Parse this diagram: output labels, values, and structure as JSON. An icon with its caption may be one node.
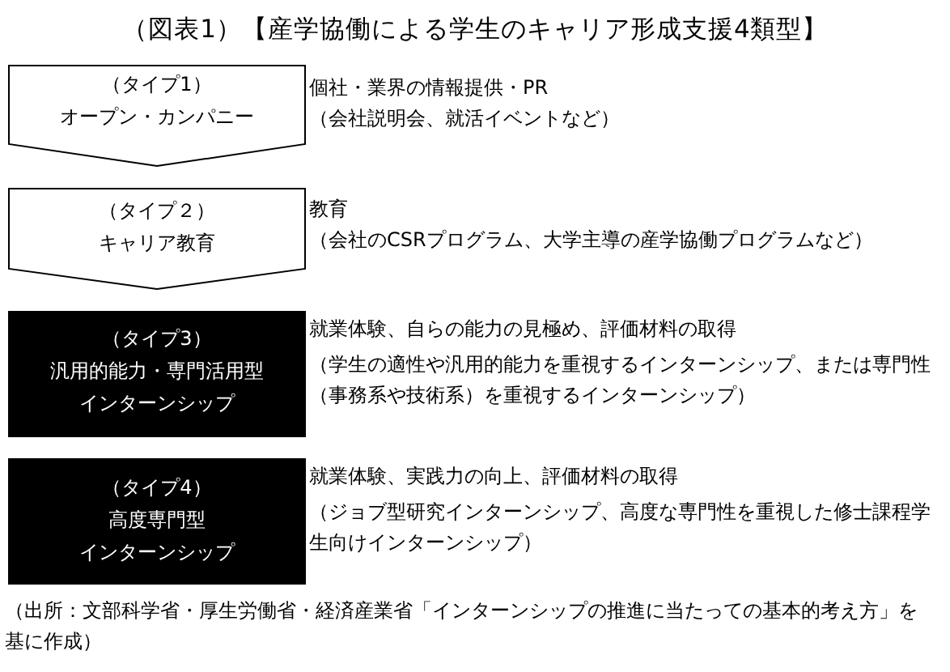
{
  "diagram": {
    "title": "（図表1）【産学協働による学生のキャリア形成支援4類型】",
    "nodes": [
      {
        "text": [
          "（タイプ1）",
          "オープン・カンパニー"
        ],
        "beside": [
          "個社・業界の情報提供・PR",
          "（会社説明会、就活イベントなど）"
        ]
      },
      {
        "text": [
          "（タイプ２）",
          "キャリア教育"
        ],
        "beside": [
          "教育",
          "（会社のCSRプログラム、大学主導の産学協働プログラムなど）"
        ]
      },
      {
        "text": [
          "（タイプ3）",
          "汎用的能力・専門活用型インターンシップ"
        ],
        "beside": [
          "就業体験、自らの能力の見極め、評価材料の取得",
          "（学生の適性や汎用的能力を重視するインターンシップ、または専門性（事務系や技術系）を重視するインターンシップ）"
        ]
      },
      {
        "text": [
          "（タイプ4）",
          "高度専門型インターンシップ"
        ],
        "beside": [
          "就業体験、実践力の向上、評価材料の取得",
          "（ジョブ型研究インターンシップ、高度な専門性を重視した修士課程学生向けインターンシップ）"
        ]
      }
    ],
    "caption": "（出所：文部科学省・厚生労働省・経済産業省「インターンシップの推進に当たっての基本的考え方」を基に作成）"
  }
}
